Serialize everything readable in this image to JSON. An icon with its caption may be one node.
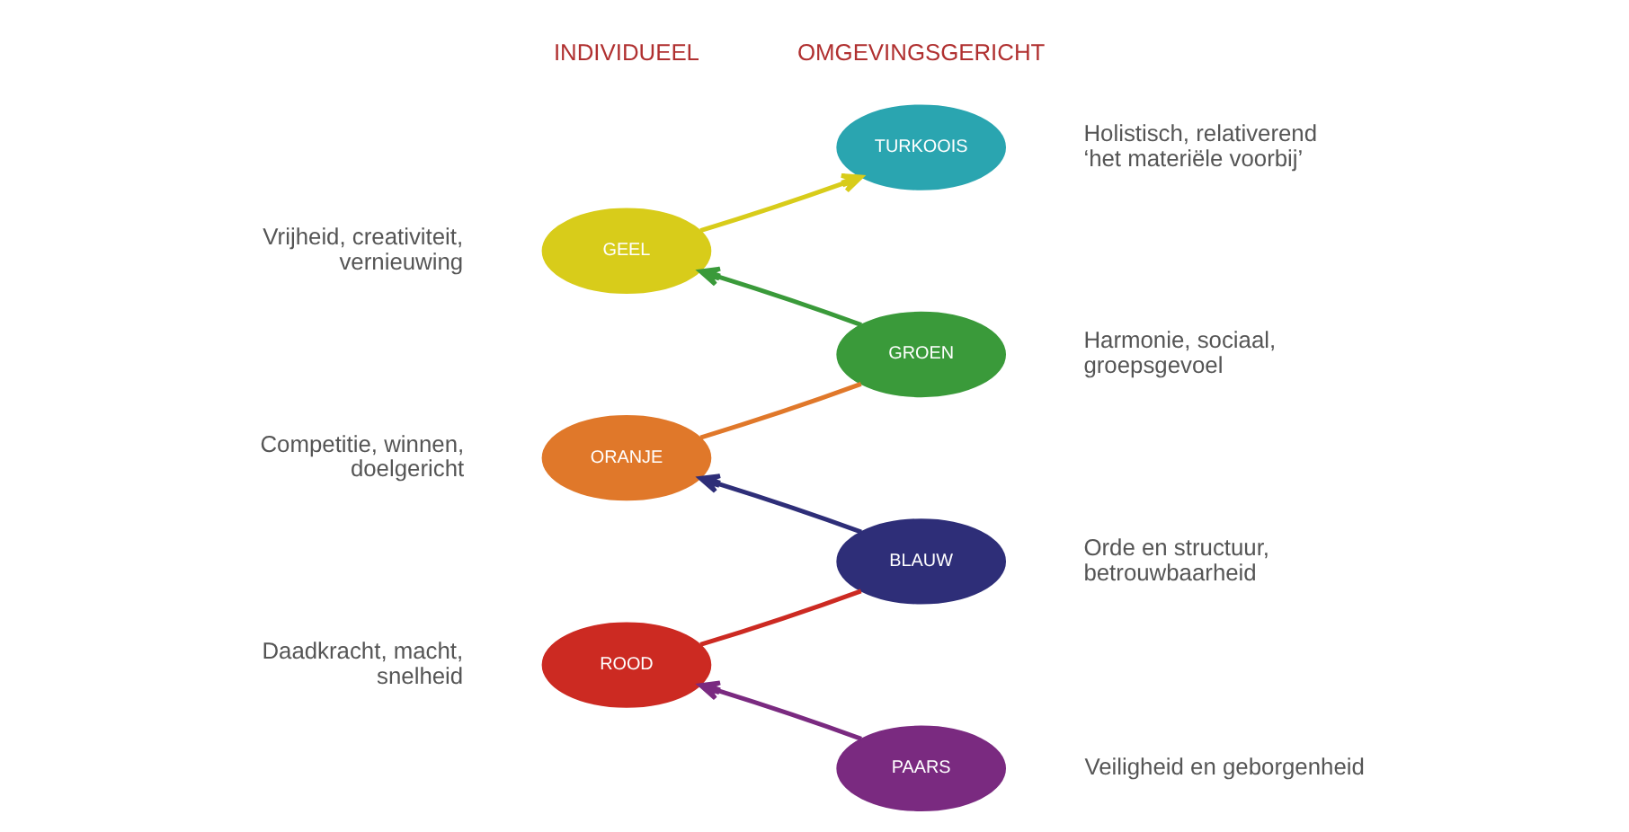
{
  "diagram": {
    "nodes": [
      {
        "text": [
          "TURKOOIS"
        ],
        "beside": [
          "Holistisch, relativerend ‘het materiële voorbij’"
        ]
      },
      {
        "text": [
          "GEEL"
        ],
        "beside": [
          "Vrijheid, creativiteit, vernieuwing"
        ]
      },
      {
        "text": [
          "GROEN"
        ],
        "beside": [
          "Harmonie, sociaal, groepsgevoel"
        ]
      },
      {
        "text": [
          "ORANJE"
        ],
        "beside": [
          "Competitie, winnen, doelgericht"
        ]
      },
      {
        "text": [
          "BLAUW"
        ],
        "beside": [
          "Orde en structuur, betrouwbaarheid"
        ]
      },
      {
        "text": [
          "ROOD"
        ],
        "beside": [
          "Daadkracht, macht, snelheid"
        ]
      },
      {
        "text": [
          "PAARS"
        ],
        "beside": [
          "Veiligheid en geborgenheid"
        ]
      }
    ],
    "edges": [
      {
        "from": 6,
        "to": 5,
        "arrow": "to",
        "color": "#7a2a80"
      },
      {
        "from": 5,
        "to": 4,
        "arrow": "none",
        "color": "#cc2a22"
      },
      {
        "from": 4,
        "to": 3,
        "arrow": "to",
        "color": "#2e2e78"
      },
      {
        "from": 3,
        "to": 2,
        "arrow": "none",
        "color": "#e0782a"
      },
      {
        "from": 2,
        "to": 1,
        "arrow": "to",
        "color": "#3a9a3a"
      },
      {
        "from": 1,
        "to": 0,
        "arrow": "to",
        "color": "#d8cc1a"
      }
    ],
    "labels": [
      "INDIVIDUEEL",
      "OMGEVINGSGERICHT"
    ]
  }
}
